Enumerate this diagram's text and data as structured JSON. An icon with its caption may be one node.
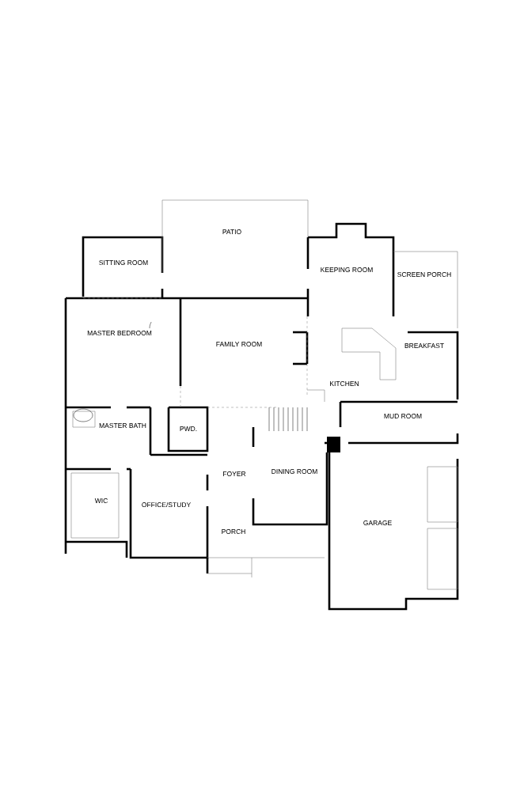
{
  "diagram": {
    "labels": [
      "PATIO",
      "SITTING ROOM",
      "KEEPING ROOM",
      "SCREEN PORCH",
      "MASTER BEDROOM",
      "FAMILY ROOM",
      "BREAKFAST",
      "KITCHEN",
      "MASTER BATH",
      "PWD.",
      "MUD ROOM",
      "FOYER",
      "DINING ROOM",
      "WIC",
      "OFFICE/STUDY",
      "GARAGE",
      "PORCH"
    ]
  }
}
